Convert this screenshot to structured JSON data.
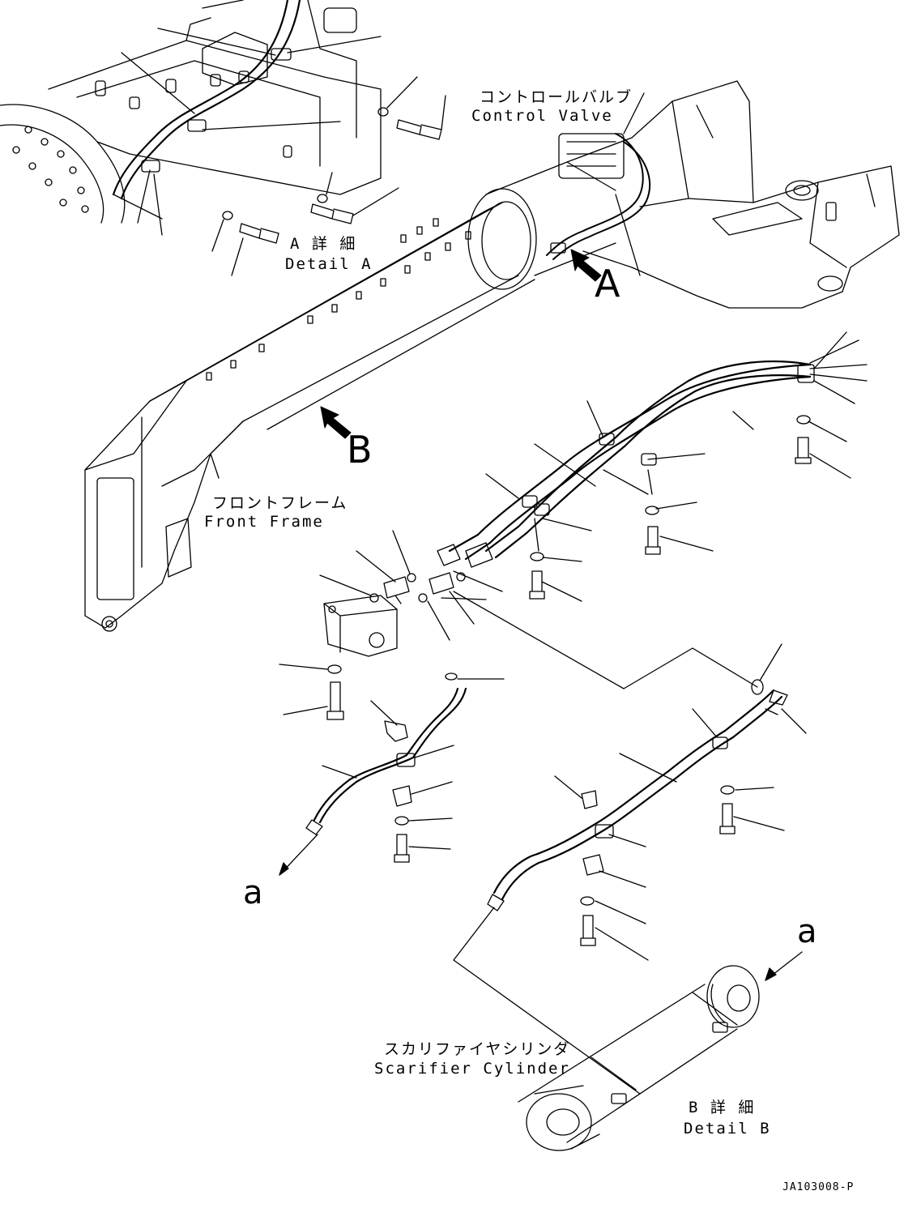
{
  "labels": {
    "control_valve_jp": "コントロールバルブ",
    "control_valve_en": "Control Valve",
    "detail_a_jp": "A 詳 細",
    "detail_a_en": "Detail A",
    "front_frame_jp": "フロントフレーム",
    "front_frame_en": "Front Frame",
    "scarifier_jp": "スカリファイヤシリンダ",
    "scarifier_en": "Scarifier Cylinder",
    "detail_b_jp": "B 詳 細",
    "detail_b_en": "Detail B",
    "view_a": "A",
    "view_b": "B",
    "conn_a_left": "a",
    "conn_a_right": "a",
    "drawing_code": "JA103008-P"
  },
  "colors": {
    "line": "#000000",
    "background": "#ffffff"
  }
}
